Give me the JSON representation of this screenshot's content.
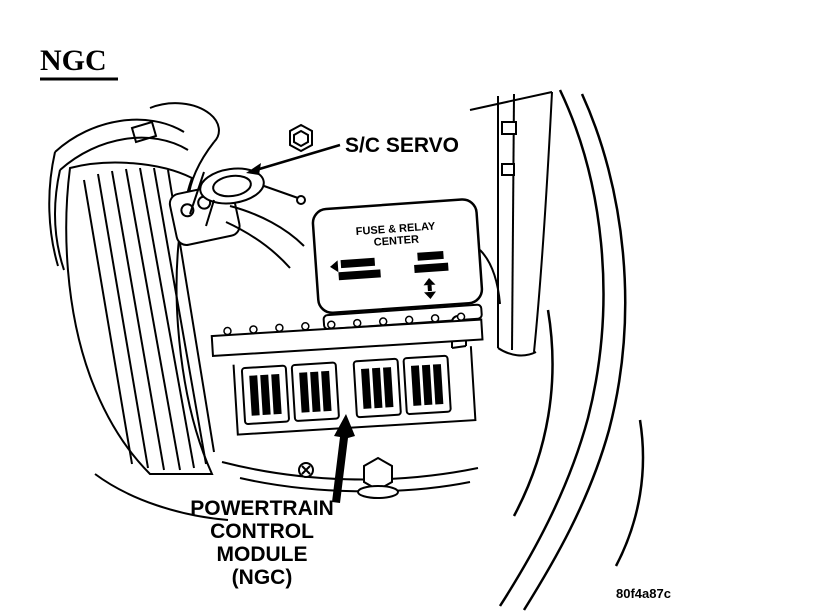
{
  "page": {
    "background": "#ffffff",
    "ink": "#000000"
  },
  "figure": {
    "title": "NGC",
    "code": "80f4a87c",
    "sc_servo_label": "S/C SERVO",
    "pcm_label": {
      "line1": "POWERTRAIN",
      "line2": "CONTROL",
      "line3": "MODULE",
      "line4": "(NGC)"
    },
    "pdc_label": {
      "line1": "FUSE & RELAY",
      "line2": "CENTER"
    }
  }
}
